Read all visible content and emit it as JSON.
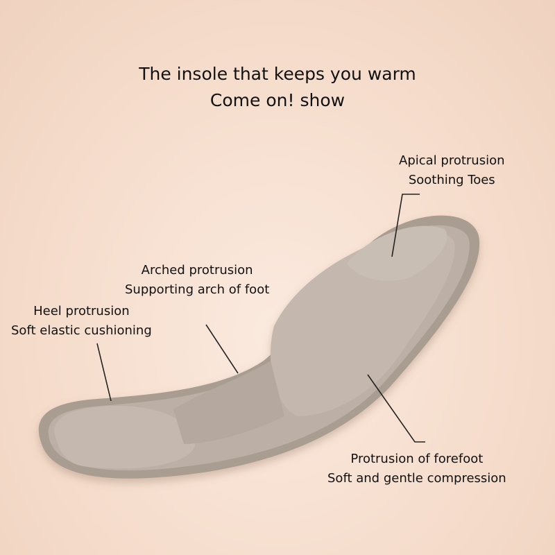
{
  "header": {
    "line1": "The insole that keeps you warm",
    "line2": "Come on! show"
  },
  "callouts": [
    {
      "title": "Apical protrusion",
      "desc": "Soothing Toes"
    },
    {
      "title": "Arched protrusion",
      "desc": "Supporting arch of foot"
    },
    {
      "title": "Heel protrusion",
      "desc": "Soft elastic cushioning"
    },
    {
      "title": "Protrusion of forefoot",
      "desc": "Soft and gentle compression"
    }
  ],
  "colors": {
    "background": "#f5dccb",
    "insole": "#b9ada3",
    "insole_edge": "#9c8f85",
    "line": "#222222"
  }
}
